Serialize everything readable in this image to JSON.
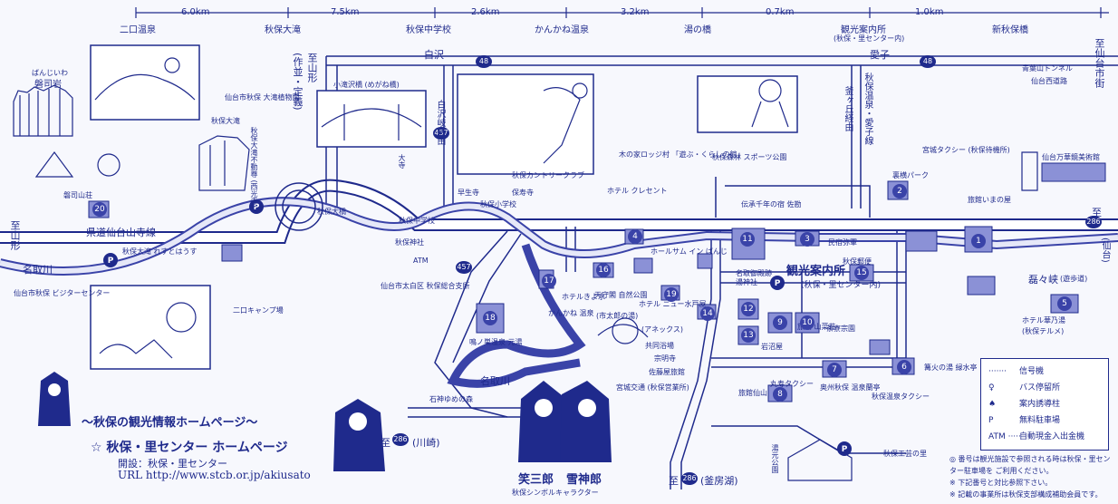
{
  "colors": {
    "ink": "#1f2a8c",
    "water": "#3a43a8",
    "building": "#8b91d6",
    "paper": "#f7f8fd"
  },
  "top_bar": {
    "distances": [
      "6.0km",
      "7.5km",
      "2.6km",
      "3.2km",
      "0.7km",
      "1.0km"
    ],
    "stops": [
      "二口温泉",
      "秋保大滝",
      "秋保中学校",
      "かんかね温泉",
      "湯の橋",
      "観光案内所",
      "(秋保・里センター内)",
      "新秋保橋"
    ]
  },
  "roads": {
    "route48": "48",
    "route457": "457",
    "route286": "286",
    "to_yamagata_top": "至山形",
    "to_yamagata_sub": "(作並・定義)",
    "shirasawa": "白沢",
    "aiko": "愛子",
    "to_sendai": "至仙台市街",
    "sendai_tunnel": "青葉山トンネル",
    "sendai_west_road": "仙台西道路",
    "to_yamagata_left": "至山形",
    "prefectural_road": "県道仙台山寺線",
    "to_sendai_right": "至",
    "sendai_right": "(仙台)",
    "to_kawasaki": "至",
    "kawasaki": "(川崎)",
    "to_kamafusako": "至",
    "kamafusako": "(釜房湖)",
    "shirasawa_rd": "白沢岐経由",
    "akiu_aiko_line": "秋保温泉・愛子線",
    "kamafusa_rd": "釜ヶ丘経由"
  },
  "rivers": {
    "natori1": "名取川",
    "natori2": "名取川"
  },
  "places": {
    "rairaikyo": "磊々峡",
    "rairaikyo_path": "(遊歩道)",
    "banjiiwa": "磐司岩",
    "banjiiwa_kana": "ばんじいわ",
    "futakuchi_sanso": "磐司山荘",
    "botanical": "仙台市秋保 大滝植物園",
    "akiu_otaki_label": "秋保大滝",
    "akiu_otaki_fudoson": "秋保大滝不動尊 (西光寺)",
    "kotakisawa": "小滝沢橋 (めがね橋)",
    "otaki_label": "大寺",
    "futakuchi_camp": "二口キャンプ場",
    "visitor_center": "仙台市秋保 ビジターセンター",
    "otaki_rest": "秋保大滝 れすとはうす",
    "akiu_ohashi": "秋保大橋",
    "akiu_jinja": "秋保神社",
    "akiu_jhs": "秋保中学校",
    "kunoji": "早生寺",
    "hodoji": "保寿寺",
    "akiu_es": "秋保小学校",
    "atm": "ATM",
    "branch_office": "仙台市太白区 秋保総合支所",
    "country_club": "秋保カントリークラブ",
    "nagomi": "鳴ノ巣温泉 元湯",
    "kankane_onsen": "かんかね 温泉",
    "hotel_kiyomizu": "ホテルきよ水",
    "tenjin": "天守閣 自然公園",
    "tenjin_sub": "(市太郎の湯)",
    "crescent": "ホテル クレセント",
    "lodge": "木の家ロッジ村 「遊ぶ・くらしの館」",
    "sports_park": "秋保森林 スポーツ公園",
    "hall_sun_inn": "ホールサム イン ばんじ",
    "tradition_village": "伝承千年の宿 佐勘",
    "minshuku": "民宿弥軍",
    "kanko_annai": "観光案内所",
    "kanko_annai_sub": "(秋保・里センター内)",
    "akiu_kyoku": "秋保郵便",
    "yunokami": "名取御殿跡",
    "yuzawa_shrine": "湯神社",
    "hotel_new_mizubayashi": "ホテル ニュー水戸屋",
    "hotel_new_mizubayashi_sub": "(アネックス)",
    "kyodo_yuba": "共同浴場",
    "jinmeji": "宗明寺",
    "satoya": "佐藤屋旅館",
    "ryokan_sansou": "旅館 山菜荘",
    "midori": "茶寮宗園",
    "iwaya": "岩沼屋",
    "miyagi_kotsu": "宮城交通 (秋保営業所)",
    "maruyo_taxi": "丸寿タクシー",
    "ryokan_ginsen": "旅館仙山",
    "oshu_akiu": "奥州秋保 温泉蘭亭",
    "kagaribi": "篝火の湯 緑水亭",
    "hotel_hana": "ホテル華乃湯",
    "hotel_hana_sub": "(秋保テルメ)",
    "ryokan_imanoya": "旅館いまの屋",
    "sendai_man": "仙台万華鏡美術館",
    "miyagi_taxi": "宮城タクシー (秋保待機所)",
    "parking_park": "裏横パーク",
    "akiu_onsen_taxi": "秋保温泉タクシー",
    "crafts_village": "秋保工芸の里",
    "yuzawa_park": "湯元公園",
    "ishigami": "石神ゆめの森"
  },
  "circle_numbers": [
    "1",
    "2",
    "3",
    "4",
    "5",
    "6",
    "7",
    "8",
    "9",
    "10",
    "11",
    "12",
    "13",
    "14",
    "15",
    "16",
    "17",
    "18",
    "19",
    "20"
  ],
  "promo": {
    "title": "～秋保の観光情報ホームページ～",
    "name": "☆ 秋保・里センター ホームページ",
    "opener": "開設：秋保・里センター",
    "url": "URL  http://www.stcb.or.jp/akiusato"
  },
  "characters": {
    "name1": "笑三郎",
    "name2": "雪神郎",
    "caption": "秋保シンボルキャラクター"
  },
  "legend": {
    "items": [
      {
        "symbol": "·······",
        "label": "信号機"
      },
      {
        "symbol": "♀",
        "label": "バス停留所"
      },
      {
        "symbol": "♠",
        "label": "案内誘導柱"
      },
      {
        "symbol": "P",
        "label": "無料駐車場"
      },
      {
        "symbol": "ATM ·····",
        "label": "自動現金入出金機"
      }
    ]
  },
  "notes": [
    "◎ 番号は観光施設で参照される時は秋保・里センター駐車場を ご利用ください。",
    "※ 下記番号と対比参照下さい。",
    "※ 記載の事業所は秋保支部構成補助会員です。"
  ]
}
